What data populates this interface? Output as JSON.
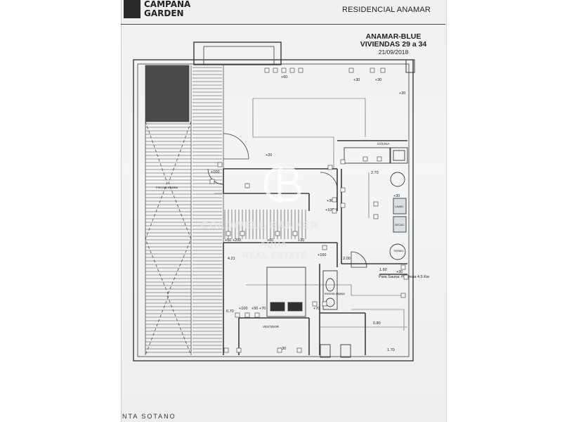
{
  "header": {
    "brand_line1": "CAMPANA",
    "brand_line2": "GARDEN",
    "project": "RESIDENCIAL ANAMAR"
  },
  "title_block": {
    "line1": "ANAMAR-BLUE",
    "line2": "VIVIENDAS 29 a 34",
    "date": "21/09/2018"
  },
  "plan_labels": {
    "plus60_top": "+60",
    "plus30_a": "+30",
    "plus30_b": "+30",
    "plus30_right": "+30",
    "plus20": "+20",
    "plus100_a": "+100",
    "plus100_b": "+100",
    "plus30_c": "+30",
    "plus200": "+50 +200",
    "plus60_mid": "+60",
    "plus30_d": "+30",
    "plus100_c": "+100",
    "cocina": "COCINA",
    "dim_270": "2.70",
    "dim_200": "2.00",
    "dim_421": "4.21",
    "dim_030": "0.30",
    "dim_070": "0.70",
    "dim_080": "0.80",
    "dim_170": "1.70",
    "dim_160": "1.60",
    "sauna_note": "Para Sauna: Potencia 4,5 Kw",
    "termo": "TERMO",
    "espejo": "encima espejo",
    "vestidor": "VESTIDOR",
    "cuarto": "PISCINA\nBOMBA",
    "plus30_e": "+30",
    "plus30_f": "+30",
    "plus30_g": "+30",
    "plus100_d": "+100",
    "plus70": "+50 +70",
    "plus70b": "+70",
    "lavadora": "LAVAD.",
    "secadora": "SECAD."
  },
  "watermark": {
    "line1": "COLDWELL BANKER",
    "line2": "AQUA",
    "line3": "REAL ESTATE"
  },
  "footer": {
    "plan_name": "NTA SOTANO"
  },
  "colors": {
    "line": "#3a3a3a",
    "dark_fill": "#4b4b4b",
    "paper": "#eef0f2"
  }
}
